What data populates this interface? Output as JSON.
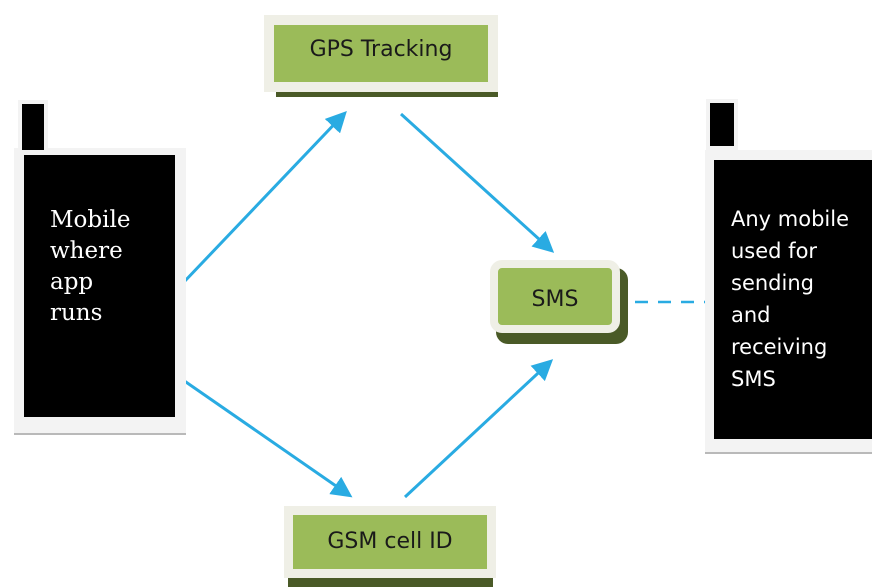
{
  "nodes": {
    "source_phone": {
      "label": "Mobile\nwhere\napp\nruns"
    },
    "gps": {
      "label": "GPS Tracking"
    },
    "gsm": {
      "label": "GSM cell ID"
    },
    "sms": {
      "label": "SMS"
    },
    "target_phone": {
      "label": "Any mobile\nused for\nsending\nand\nreceiving\nSMS"
    }
  },
  "edges": [
    {
      "from": "source_phone",
      "to": "gps",
      "style": "arrow"
    },
    {
      "from": "source_phone",
      "to": "gsm",
      "style": "arrow"
    },
    {
      "from": "gps",
      "to": "sms",
      "style": "arrow"
    },
    {
      "from": "gsm",
      "to": "sms",
      "style": "arrow"
    },
    {
      "from": "sms",
      "to": "target_phone",
      "style": "dashed"
    }
  ],
  "colors": {
    "box_fill": "#9bbb59",
    "box_border": "#efefe6",
    "box_shadow": "#4a5a27",
    "arrow": "#29abe2",
    "dashed_line": "#29abe2",
    "phone_body": "#000000"
  }
}
